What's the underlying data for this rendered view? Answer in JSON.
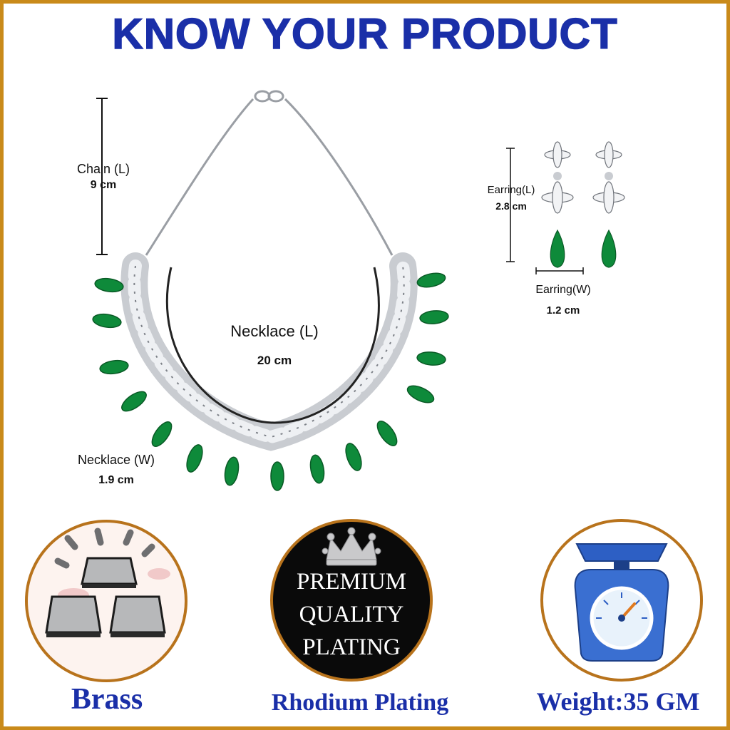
{
  "header": {
    "title": "KNOW YOUR PRODUCT"
  },
  "measurements": {
    "chain": {
      "label": "Chain (L)",
      "value": "9 cm"
    },
    "necklace_length": {
      "label": "Necklace (L)",
      "value": "20 cm"
    },
    "necklace_width": {
      "label": "Necklace (W)",
      "value": "1.9 cm"
    },
    "earring_length": {
      "label": "Earring(L)",
      "value": "2.8 cm"
    },
    "earring_width": {
      "label": "Earring(W)",
      "value": "1.2 cm"
    }
  },
  "features": {
    "material": {
      "label": "Brass",
      "icon": "brass-bars-icon"
    },
    "plating": {
      "label": "Rhodium Plating",
      "icon": "crown-icon",
      "badge_lines": [
        "PREMIUM",
        "QUALITY",
        "PLATING"
      ]
    },
    "weight": {
      "label": "Weight:35 GM",
      "icon": "kitchen-scale-icon"
    }
  },
  "colors": {
    "title": "#1a2fa8",
    "border": "#c98a1a",
    "emerald": "#0e8a3a",
    "silver": "#c9ccd1",
    "badge": "#0a0a0a",
    "scale_blue": "#2d5fc4"
  }
}
